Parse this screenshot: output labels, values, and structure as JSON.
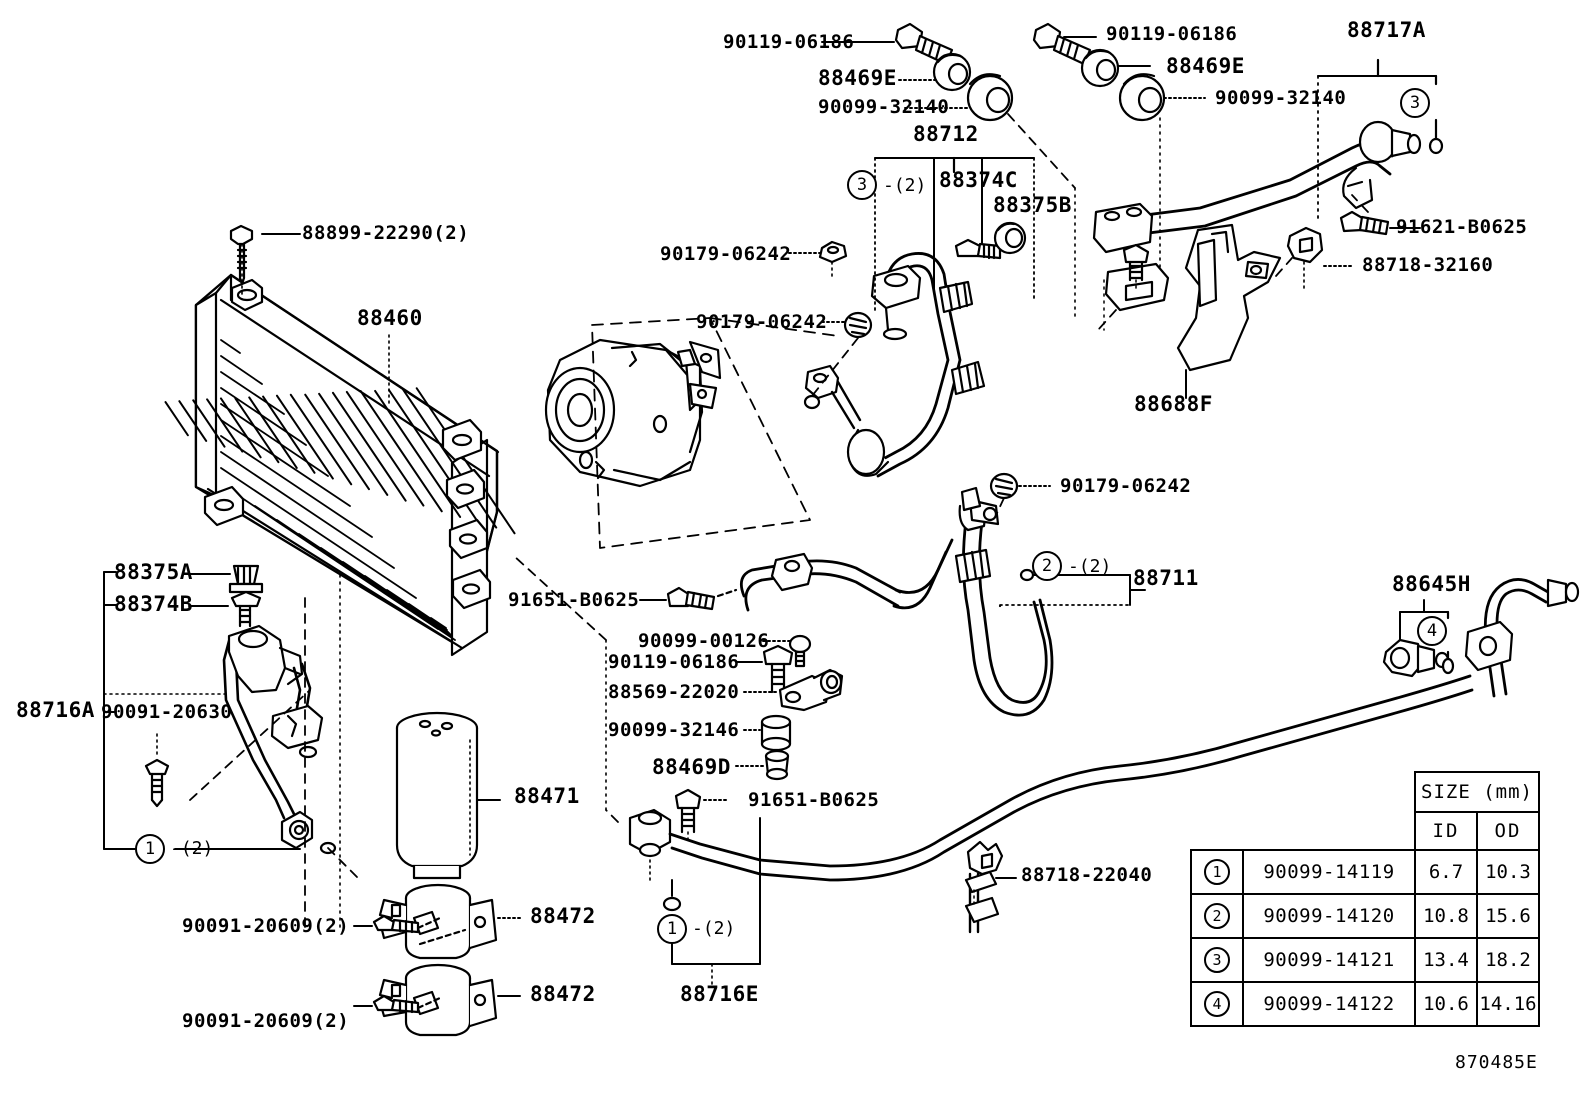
{
  "diagram": {
    "drawing_number": "870485E",
    "title": "Toyota A/C refrigerant piping & condenser exploded parts diagram"
  },
  "labels": {
    "cond_bolt": "88899-22290(2)",
    "condenser": "88460",
    "clamp_nut_a": "88375A",
    "clamp_bolt_b": "88374B",
    "tube_716a": "88716A",
    "screw_20630": "90091-20630",
    "receiver_drier": "88471",
    "bracket_472_top": "88472",
    "bracket_472_bot": "88472",
    "screw_20609_top": "90091-20609(2)",
    "screw_20609_bot": "90091-20609(2)",
    "tube_716e": "88716E",
    "bolt_91651_left": "91651-B0625",
    "bolt_91651_right": "91651-B0625",
    "nut_90099_00126": "90099-00126",
    "bolt_90119_06186_mid": "90119-06186",
    "clamp_88569": "88569-22020",
    "grommet_90099_32146": "90099-32146",
    "grommet_88469D": "88469D",
    "bolt_90119_06186_left": "90119-06186",
    "grommet_88469E_left": "88469E",
    "grommet_90099_32140_left": "90099-32140",
    "hose_88712": "88712",
    "bolt_88374C": "88374C",
    "grommet_88375B": "88375B",
    "nut_90179_06242_a": "90179-06242",
    "nut_90179_06242_b": "90179-06242",
    "nut_90179_06242_c": "90179-06242",
    "bolt_90119_06186_right": "90119-06186",
    "grommet_88469E_right": "88469E",
    "grommet_90099_32140_right": "90099-32140",
    "tube_88717A": "88717A",
    "bolt_91621": "91621-B0625",
    "clip_88718_32160": "88718-32160",
    "bracket_88688F": "88688F",
    "hose_88711": "88711",
    "tube_88645H": "88645H",
    "clip_88718_22040": "88718-22040"
  },
  "callouts": {
    "c1_left": {
      "num": "1",
      "qty": "-(2)"
    },
    "c1_bottom": {
      "num": "1",
      "qty": "-(2)"
    },
    "c2_hose": {
      "num": "2",
      "qty": "-(2)"
    },
    "c3_hose": {
      "num": "3",
      "qty": "-(2)"
    },
    "c3_tube": {
      "num": "3",
      "qty": ""
    },
    "c4_tube": {
      "num": "4",
      "qty": ""
    }
  },
  "size_table": {
    "group_header": "SIZE (mm)",
    "columns": [
      "ID",
      "OD"
    ],
    "rows": [
      {
        "ref": "1",
        "part_number": "90099-14119",
        "id": "6.7",
        "od": "10.3"
      },
      {
        "ref": "2",
        "part_number": "90099-14120",
        "id": "10.8",
        "od": "15.6"
      },
      {
        "ref": "3",
        "part_number": "90099-14121",
        "id": "13.4",
        "od": "18.2"
      },
      {
        "ref": "4",
        "part_number": "90099-14122",
        "id": "10.6",
        "od": "14.16"
      }
    ]
  }
}
